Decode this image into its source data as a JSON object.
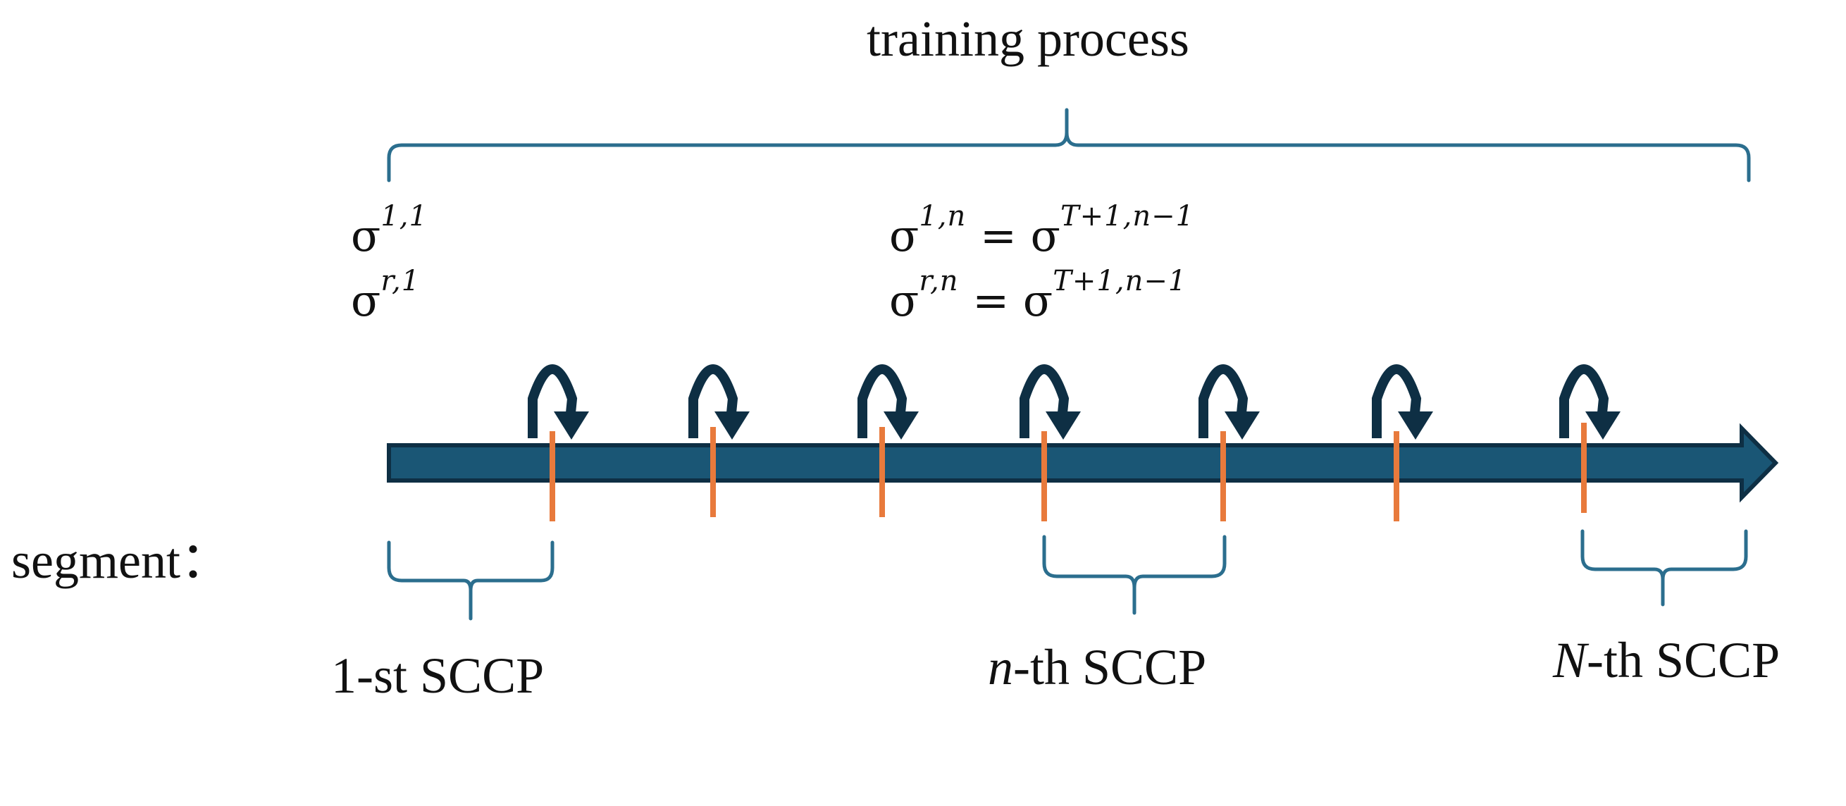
{
  "title": "training process",
  "segment_label": "segment：",
  "sigma_init": {
    "line1": {
      "base": "σ",
      "sup": "1,1"
    },
    "line2": {
      "base": "σ",
      "sup": "r,1"
    }
  },
  "sigma_n": {
    "line1": {
      "base": "σ",
      "sup": "1,n",
      "eq": " = ",
      "rbase": "σ",
      "rsup": "T+1,n−1"
    },
    "line2": {
      "base": "σ",
      "sup": "r,n",
      "eq": " = ",
      "rbase": "σ",
      "rsup": "T+1,n−1"
    }
  },
  "sccp_labels": {
    "first": "1-st SCCP",
    "nth": {
      "var": "n",
      "suffix": "-th SCCP"
    },
    "last": {
      "var": "N",
      "suffix": "-th SCCP"
    }
  },
  "segment_boundary_count": 7,
  "colors": {
    "arrow_fill": "#1a5675",
    "arrow_outline": "#0e2f44",
    "loop_arrow": "#0e2f44",
    "tick": "#e87a3c",
    "brace": "#2b6e8e",
    "text": "#111111"
  }
}
